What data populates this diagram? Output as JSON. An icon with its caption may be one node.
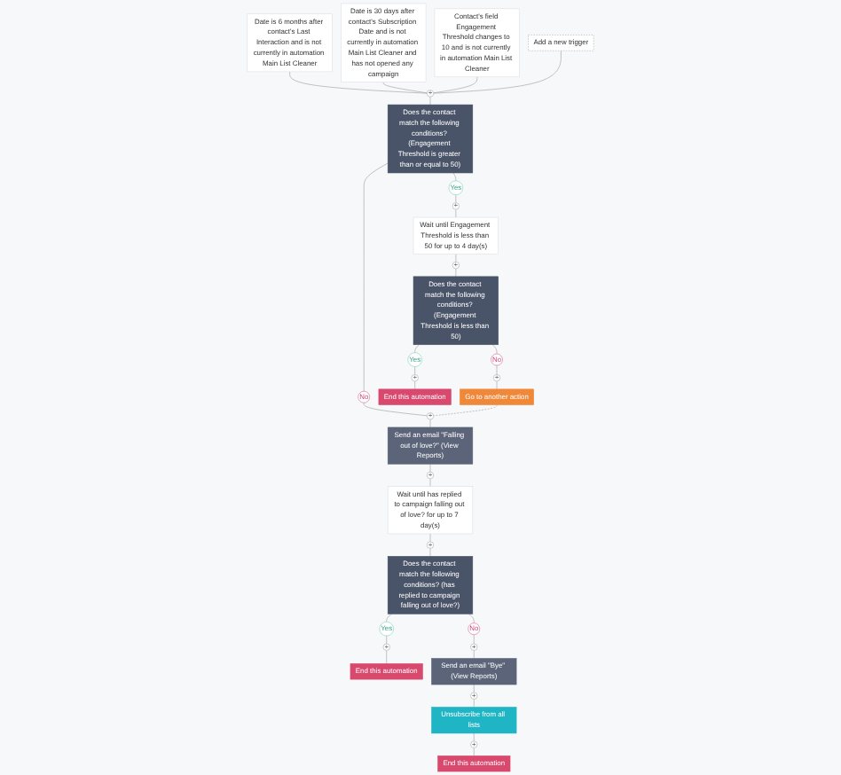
{
  "diagram": {
    "nodes": [
      {
        "text": [
          "Date is 6 months after contact's Last Interaction and is not currently in automation Main List Cleaner"
        ]
      },
      {
        "text": [
          "Date is 30 days after contact's Subscription Date and is not currently in automation Main List Cleaner and has not opened any campaign"
        ]
      },
      {
        "text": [
          "Contact's field Engagement Threshold changes to 10 and is not currently in automation Main List Cleaner"
        ]
      },
      {
        "text": [
          "Add a new trigger"
        ]
      },
      {
        "text": [
          "+"
        ]
      },
      {
        "text": [
          "Does the contact match the following conditions? (Engagement Threshold is greater than or equal to 50)"
        ]
      },
      {
        "text": [
          "Yes"
        ]
      },
      {
        "text": [
          "No"
        ]
      },
      {
        "text": [
          "+"
        ]
      },
      {
        "text": [
          "Wait until Engagement Threshold is less than 50 for up to 4 day(s)"
        ]
      },
      {
        "text": [
          "+"
        ]
      },
      {
        "text": [
          "Does the contact match the following conditions? (Engagement Threshold is less than 50)"
        ]
      },
      {
        "text": [
          "Yes"
        ]
      },
      {
        "text": [
          "No"
        ]
      },
      {
        "text": [
          "+"
        ]
      },
      {
        "text": [
          "End this automation"
        ]
      },
      {
        "text": [
          "+"
        ]
      },
      {
        "text": [
          "Go to another action"
        ]
      },
      {
        "text": [
          "+"
        ]
      },
      {
        "text": [
          "Send an email \"Falling out of love?\" (View Reports)"
        ]
      },
      {
        "text": [
          "+"
        ]
      },
      {
        "text": [
          "Wait until has replied to campaign falling out of love? for up to 7 day(s)"
        ]
      },
      {
        "text": [
          "+"
        ]
      },
      {
        "text": [
          "Does the contact match the following conditions? (has replied to campaign falling out of love?)"
        ]
      },
      {
        "text": [
          "Yes"
        ]
      },
      {
        "text": [
          "No"
        ]
      },
      {
        "text": [
          "+"
        ]
      },
      {
        "text": [
          "End this automation"
        ]
      },
      {
        "text": [
          "+"
        ]
      },
      {
        "text": [
          "Send an email \"Bye\" (View Reports)"
        ]
      },
      {
        "text": [
          "+"
        ]
      },
      {
        "text": [
          "Unsubscribe from all lists"
        ]
      },
      {
        "text": [
          "+"
        ]
      },
      {
        "text": [
          "End this automation"
        ]
      }
    ],
    "edges": [
      {
        "from": 0,
        "to": 4,
        "arrow": "none"
      },
      {
        "from": 1,
        "to": 4,
        "arrow": "none"
      },
      {
        "from": 2,
        "to": 4,
        "arrow": "none"
      },
      {
        "from": 3,
        "to": 4,
        "arrow": "none"
      },
      {
        "from": 4,
        "to": 5,
        "arrow": "none"
      },
      {
        "from": 5,
        "to": 6,
        "arrow": "none"
      },
      {
        "from": 5,
        "to": 7,
        "arrow": "none"
      },
      {
        "from": 6,
        "to": 8,
        "arrow": "none"
      },
      {
        "from": 8,
        "to": 9,
        "arrow": "none"
      },
      {
        "from": 9,
        "to": 10,
        "arrow": "none"
      },
      {
        "from": 10,
        "to": 11,
        "arrow": "none"
      },
      {
        "from": 11,
        "to": 12,
        "arrow": "none"
      },
      {
        "from": 11,
        "to": 13,
        "arrow": "none"
      },
      {
        "from": 12,
        "to": 14,
        "arrow": "none"
      },
      {
        "from": 14,
        "to": 15,
        "arrow": "none"
      },
      {
        "from": 13,
        "to": 16,
        "arrow": "none"
      },
      {
        "from": 16,
        "to": 17,
        "arrow": "none"
      },
      {
        "from": 7,
        "to": 18,
        "arrow": "none"
      },
      {
        "from": 18,
        "to": 19,
        "arrow": "none"
      },
      {
        "from": 19,
        "to": 20,
        "arrow": "none"
      },
      {
        "from": 20,
        "to": 21,
        "arrow": "none"
      },
      {
        "from": 21,
        "to": 22,
        "arrow": "none"
      },
      {
        "from": 22,
        "to": 23,
        "arrow": "none"
      },
      {
        "from": 23,
        "to": 24,
        "arrow": "none"
      },
      {
        "from": 23,
        "to": 25,
        "arrow": "none"
      },
      {
        "from": 24,
        "to": 26,
        "arrow": "none"
      },
      {
        "from": 26,
        "to": 27,
        "arrow": "none"
      },
      {
        "from": 25,
        "to": 28,
        "arrow": "none"
      },
      {
        "from": 28,
        "to": 29,
        "arrow": "none"
      },
      {
        "from": 29,
        "to": 30,
        "arrow": "none"
      },
      {
        "from": 30,
        "to": 31,
        "arrow": "none"
      },
      {
        "from": 31,
        "to": 32,
        "arrow": "none"
      },
      {
        "from": 32,
        "to": 33,
        "arrow": "none"
      },
      {
        "from": 17,
        "to": 18,
        "arrow": "none",
        "style": "dashed"
      }
    ]
  }
}
